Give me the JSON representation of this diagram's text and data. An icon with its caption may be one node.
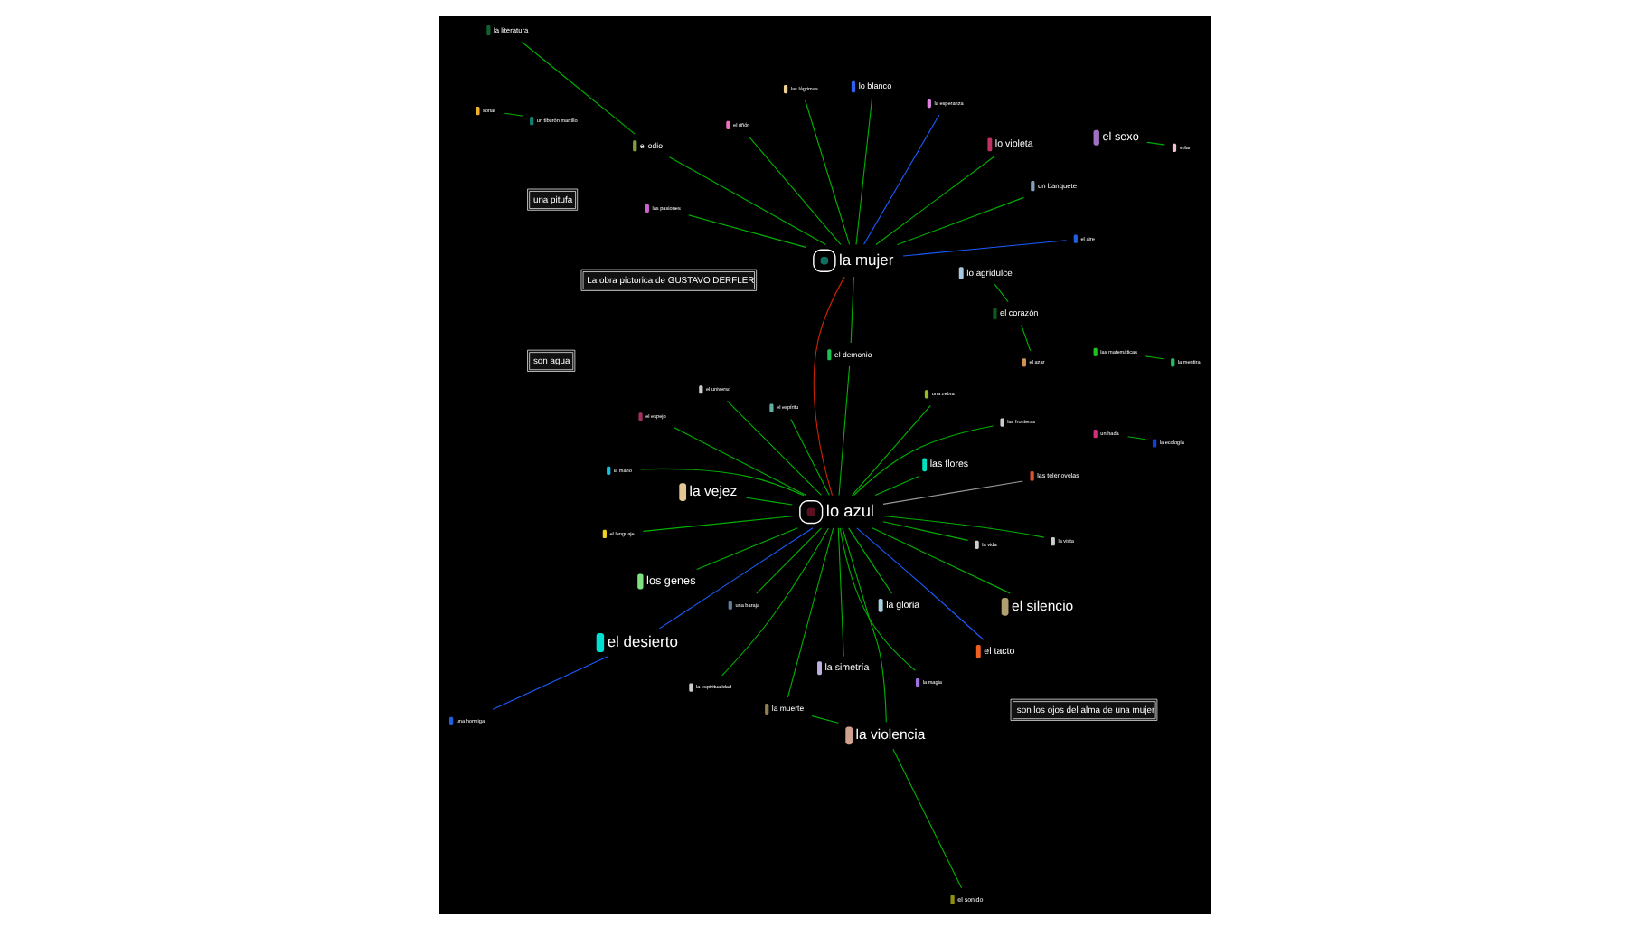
{
  "diagram": {
    "nodes": [
      {
        "text": [
          "los genes"
        ]
      },
      {
        "text": [
          "la vista"
        ]
      },
      {
        "text": [
          "un hada"
        ]
      },
      {
        "text": [
          "las matemáticas"
        ]
      },
      {
        "text": [
          "lo agridulce"
        ]
      },
      {
        "text": [
          "el sexo"
        ]
      },
      {
        "text": [
          "el corazón"
        ]
      },
      {
        "text": [
          "lo azul"
        ]
      },
      {
        "text": [
          "el universo"
        ]
      },
      {
        "text": [
          "la vida"
        ]
      },
      {
        "text": [
          "la mentira"
        ]
      },
      {
        "text": [
          "la ecología"
        ]
      },
      {
        "text": [
          "una hormiga"
        ]
      },
      {
        "text": [
          "volar"
        ]
      },
      {
        "text": [
          "el azar"
        ]
      },
      {
        "text": [
          "el desierto"
        ]
      },
      {
        "text": [
          "el silencio"
        ]
      },
      {
        "text": [
          "la violencia"
        ]
      },
      {
        "text": [
          "la magia"
        ]
      },
      {
        "text": [
          "la espiritualidad"
        ]
      },
      {
        "text": [
          "soñar"
        ]
      },
      {
        "text": [
          "un tiburón martillo"
        ]
      },
      {
        "text": [
          "el lenguaje"
        ]
      },
      {
        "text": [
          "el sonido"
        ]
      },
      {
        "text": [
          "las telenovelas"
        ]
      },
      {
        "text": [
          "el espíritu"
        ]
      },
      {
        "text": [
          "la simetría"
        ]
      },
      {
        "text": [
          "el tacto"
        ]
      },
      {
        "text": [
          "el espejo"
        ]
      },
      {
        "text": [
          "la mano"
        ]
      },
      {
        "text": [
          "la vejez"
        ]
      },
      {
        "text": [
          "una baraja"
        ]
      },
      {
        "text": [
          "la muerte"
        ]
      },
      {
        "text": [
          "una zebra"
        ]
      },
      {
        "text": [
          "la esperanza"
        ]
      },
      {
        "text": [
          "las lágrimas"
        ]
      },
      {
        "text": [
          "el aire"
        ]
      },
      {
        "text": [
          "las fronteras"
        ]
      },
      {
        "text": [
          "el riñón"
        ]
      },
      {
        "text": [
          "la literatura"
        ]
      },
      {
        "text": [
          "un banquete"
        ]
      },
      {
        "text": [
          "lo blanco"
        ]
      },
      {
        "text": [
          "las flores"
        ]
      },
      {
        "text": [
          "las pasiones"
        ]
      },
      {
        "text": [
          "la mujer"
        ]
      },
      {
        "text": [
          "lo violeta"
        ]
      },
      {
        "text": [
          "la gloria"
        ]
      },
      {
        "text": [
          "el demonio"
        ]
      },
      {
        "text": [
          "el odio"
        ]
      }
    ],
    "edges": [
      {
        "from": 7,
        "to": 0,
        "arrow": "none"
      },
      {
        "from": 7,
        "to": 1,
        "arrow": "none"
      },
      {
        "from": 7,
        "to": 8,
        "arrow": "none"
      },
      {
        "from": 7,
        "to": 9,
        "arrow": "none"
      },
      {
        "from": 7,
        "to": 15,
        "arrow": "none",
        "color": "#1a5cff"
      },
      {
        "from": 7,
        "to": 16,
        "arrow": "none"
      },
      {
        "from": 7,
        "to": 17,
        "arrow": "none"
      },
      {
        "from": 7,
        "to": 18,
        "arrow": "none"
      },
      {
        "from": 7,
        "to": 19,
        "arrow": "none"
      },
      {
        "from": 7,
        "to": 22,
        "arrow": "none"
      },
      {
        "from": 7,
        "to": 24,
        "arrow": "none",
        "color": "#999999"
      },
      {
        "from": 7,
        "to": 25,
        "arrow": "none"
      },
      {
        "from": 7,
        "to": 26,
        "arrow": "none"
      },
      {
        "from": 7,
        "to": 27,
        "arrow": "none",
        "color": "#1a5cff"
      },
      {
        "from": 7,
        "to": 28,
        "arrow": "none"
      },
      {
        "from": 7,
        "to": 29,
        "arrow": "none"
      },
      {
        "from": 7,
        "to": 30,
        "arrow": "none"
      },
      {
        "from": 7,
        "to": 31,
        "arrow": "none"
      },
      {
        "from": 7,
        "to": 33,
        "arrow": "none"
      },
      {
        "from": 7,
        "to": 37,
        "arrow": "none"
      },
      {
        "from": 7,
        "to": 42,
        "arrow": "none"
      },
      {
        "from": 7,
        "to": 46,
        "arrow": "none"
      },
      {
        "from": 7,
        "to": 47,
        "arrow": "none"
      },
      {
        "from": 7,
        "to": 44,
        "arrow": "none",
        "color": "#cc2200"
      },
      {
        "from": 7,
        "to": 32,
        "arrow": "none"
      },
      {
        "from": 44,
        "to": 34,
        "arrow": "none",
        "color": "#1a5cff"
      },
      {
        "from": 44,
        "to": 35,
        "arrow": "none"
      },
      {
        "from": 44,
        "to": 38,
        "arrow": "none"
      },
      {
        "from": 44,
        "to": 40,
        "arrow": "none"
      },
      {
        "from": 44,
        "to": 41,
        "arrow": "none"
      },
      {
        "from": 44,
        "to": 45,
        "arrow": "none"
      },
      {
        "from": 44,
        "to": 48,
        "arrow": "none"
      },
      {
        "from": 44,
        "to": 43,
        "arrow": "none"
      },
      {
        "from": 44,
        "to": 36,
        "arrow": "none",
        "color": "#1a5cff"
      },
      {
        "from": 44,
        "to": 47,
        "arrow": "none"
      },
      {
        "from": 39,
        "to": 48,
        "arrow": "none"
      },
      {
        "from": 5,
        "to": 13,
        "arrow": "none"
      },
      {
        "from": 6,
        "to": 14,
        "arrow": "none"
      },
      {
        "from": 4,
        "to": 6,
        "arrow": "none"
      },
      {
        "from": 3,
        "to": 10,
        "arrow": "none"
      },
      {
        "from": 2,
        "to": 11,
        "arrow": "none"
      },
      {
        "from": 12,
        "to": 15,
        "arrow": "none",
        "color": "#1a5cff"
      },
      {
        "from": 20,
        "to": 21,
        "arrow": "none"
      },
      {
        "from": 23,
        "to": 17,
        "arrow": "none"
      },
      {
        "from": 32,
        "to": 17,
        "arrow": "none"
      }
    ],
    "labels": [
      "La obra pictorica de GUSTAVO DERFLER",
      "una pitufa",
      "son los ojos del alma de una mujer",
      "son agua"
    ]
  }
}
